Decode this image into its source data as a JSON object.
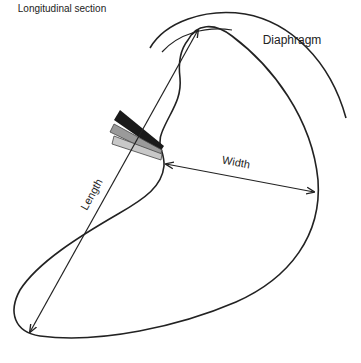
{
  "diagram": {
    "labels": [
      "Longitudinal section",
      "Diaphragm",
      "Width",
      "Length"
    ]
  }
}
